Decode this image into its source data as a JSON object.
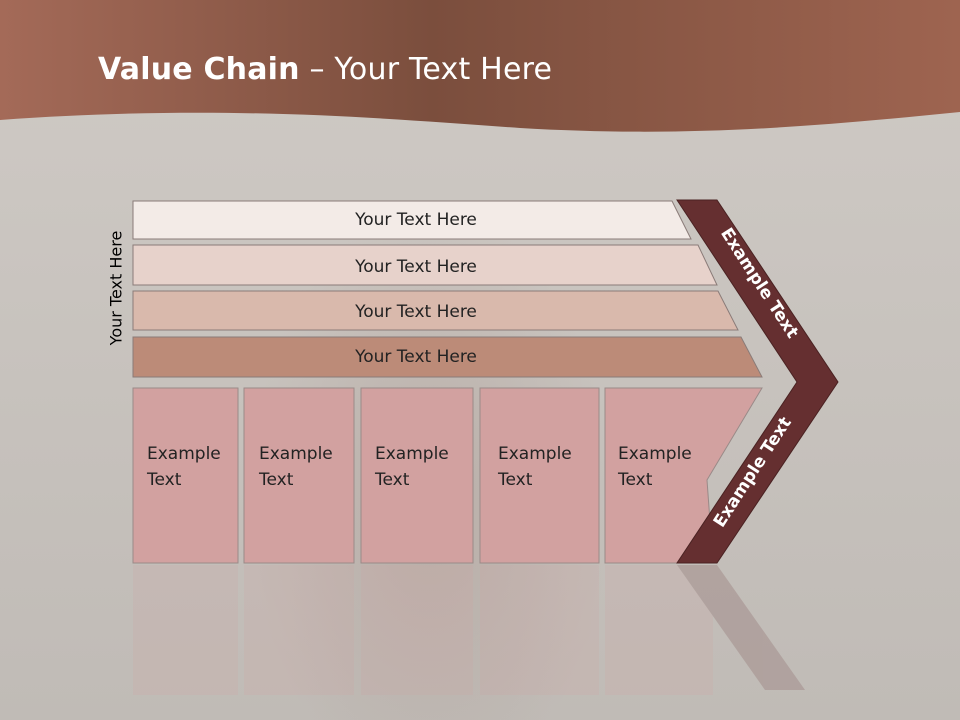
{
  "slide": {
    "title_bold": "Value Chain",
    "title_rest": " – Your Text Here",
    "side_label": "Your Text Here"
  },
  "rows": [
    {
      "label": "Your Text Here",
      "color": "#f3ebe7"
    },
    {
      "label": "Your Text Here",
      "color": "#e7d2cb"
    },
    {
      "label": "Your Text Here",
      "color": "#d9b9ac"
    },
    {
      "label": "Your Text Here",
      "color": "#bc8b78"
    }
  ],
  "columns": [
    {
      "line1": "Example",
      "line2": "Text"
    },
    {
      "line1": "Example",
      "line2": "Text"
    },
    {
      "line1": "Example",
      "line2": "Text"
    },
    {
      "line1": "Example",
      "line2": "Text"
    },
    {
      "line1": "Example",
      "line2": "Text"
    }
  ],
  "chevron": {
    "upper_label": "Example Text",
    "lower_label": "Example Text",
    "color": "#652f30"
  },
  "colors": {
    "header": "#9a6350",
    "column_fill": "#d2a1a0"
  }
}
